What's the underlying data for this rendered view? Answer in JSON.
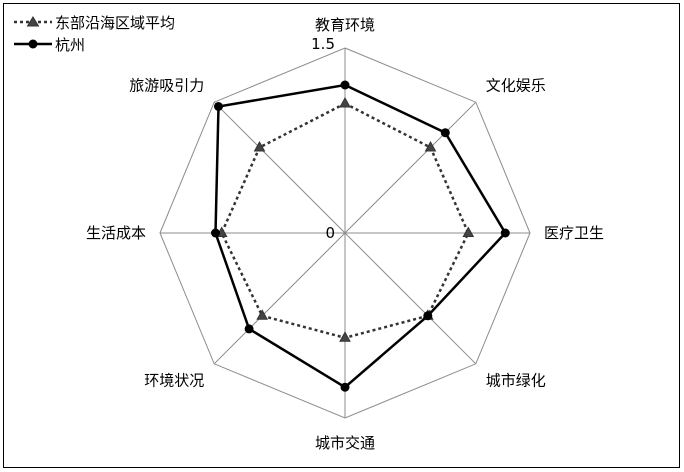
{
  "chart_data": {
    "type": "radar",
    "categories": [
      "教育环境",
      "文化娱乐",
      "医疗卫生",
      "城市绿化",
      "城市交通",
      "环境状况",
      "生活成本",
      "旅游吸引力"
    ],
    "rmin": 0,
    "rmax": 1.5,
    "tick_labels": {
      "min": "0",
      "max": "1.5"
    },
    "grid": true,
    "legend": "top-left",
    "series": [
      {
        "name": "东部沿海区域平均",
        "values": [
          1.05,
          0.98,
          1.0,
          0.95,
          0.85,
          0.95,
          1.0,
          0.98
        ],
        "color": "#333333",
        "line": "dotted",
        "marker": "triangle"
      },
      {
        "name": "杭州",
        "values": [
          1.2,
          1.15,
          1.3,
          0.95,
          1.25,
          1.1,
          1.05,
          1.45
        ],
        "color": "#000000",
        "line": "solid",
        "marker": "circle"
      }
    ]
  }
}
